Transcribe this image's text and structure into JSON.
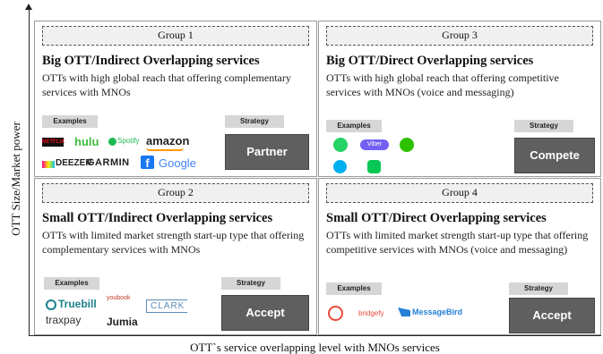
{
  "axes": {
    "y_label": "OTT Size/Market power",
    "x_label": "OTT`s service overlapping level with MNOs services"
  },
  "groups": [
    {
      "id": "g1",
      "group_label": "Group 1",
      "title": "Big OTT/Indirect Overlapping services",
      "description": "OTTs with high global reach that offering complementary services with MNOs",
      "examples_label": "Examples",
      "strategy_label": "Strategy",
      "strategy": "Partner",
      "logos": [
        "NETFLIX",
        "hulu",
        "Spotify",
        "amazon",
        "DEEZER",
        "GARMIN",
        "f",
        "Google"
      ]
    },
    {
      "id": "g3",
      "group_label": "Group 3",
      "title": "Big OTT/Direct Overlapping services",
      "description": "OTTs with high global reach that offering competitive services with MNOs (voice and messaging)",
      "examples_label": "Examples",
      "strategy_label": "Strategy",
      "strategy": "Compete",
      "logos": [
        "Viber"
      ]
    },
    {
      "id": "g2",
      "group_label": "Group 2",
      "title": "Small OTT/Indirect Overlapping services",
      "description": "OTTs with limited market strength start-up type that offering complementary services with MNOs",
      "examples_label": "Examples",
      "strategy_label": "Strategy",
      "strategy": "Accept",
      "logos": [
        "Truebill",
        "youbook",
        "CLARK",
        "traxpay",
        "Jumia"
      ]
    },
    {
      "id": "g4",
      "group_label": "Group 4",
      "title": "Small OTT/Direct Overlapping services",
      "description": "OTTs with limited market strength start-up type that offering competitive services with MNOs (voice and messaging)",
      "examples_label": "Examples",
      "strategy_label": "Strategy",
      "strategy": "Accept",
      "logos": [
        "bridgefy",
        "MessageBird"
      ]
    }
  ],
  "colors": {
    "netflix": "#e50914",
    "hulu": "#3dbb3d",
    "spotify": "#1db954",
    "facebook": "#1877f2",
    "whatsapp": "#25d366",
    "viber": "#7360f2",
    "wechat": "#2dc100",
    "skype": "#00aff0",
    "line": "#06c755",
    "truebill": "#1a7f8c",
    "messagebird": "#2481d7",
    "strategy_fill": "#5f5f5f"
  }
}
